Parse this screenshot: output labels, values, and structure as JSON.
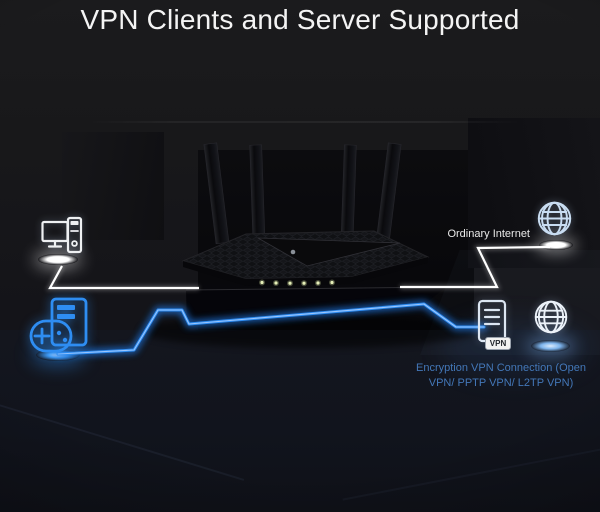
{
  "title": "VPN Clients and Server Supported",
  "labels": {
    "ordinary_internet": "Ordinary Internet",
    "encryption_line1": "Encryption VPN Connection (Open",
    "encryption_line2": "VPN/ PPTP VPN/ L2TP VPN)",
    "vpn_badge": "VPN"
  },
  "colors": {
    "background": "#17181b",
    "title_text": "#f4f4f4",
    "accent_blue": "#2e8df2",
    "vpn_text_blue": "#4377b8",
    "connection_white": "#ffffff",
    "led_yellow_green": "#dce9a4",
    "glow_white": "#ffffff",
    "glow_blue": "#3f9bf5"
  },
  "diagram": {
    "nodes": [
      {
        "id": "desktop-pc",
        "icon": "desktop-computer-icon",
        "side": "left",
        "connection": "ordinary"
      },
      {
        "id": "gaming-pc",
        "icon": "gamepad-tower-icon",
        "side": "left",
        "connection": "vpn"
      },
      {
        "id": "router",
        "icon": "wifi-router",
        "position": "center",
        "antennas": 4,
        "leds": 6
      },
      {
        "id": "ordinary-internet",
        "icon": "globe-icon",
        "label": "Ordinary Internet",
        "side": "right"
      },
      {
        "id": "vpn-server",
        "icon": "server-icon",
        "badge": "VPN",
        "side": "right"
      },
      {
        "id": "vpn-internet",
        "icon": "globe-icon",
        "side": "right"
      }
    ],
    "connections": [
      {
        "from": "desktop-pc",
        "to": "ordinary-internet",
        "via": "router",
        "style": "white-line",
        "label": "Ordinary Internet"
      },
      {
        "from": "gaming-pc",
        "to": "vpn-internet",
        "via": "router, vpn-server",
        "style": "blue-glow-line",
        "label": "Encryption VPN Connection (Open VPN/ PPTP VPN/ L2TP VPN)"
      }
    ]
  }
}
